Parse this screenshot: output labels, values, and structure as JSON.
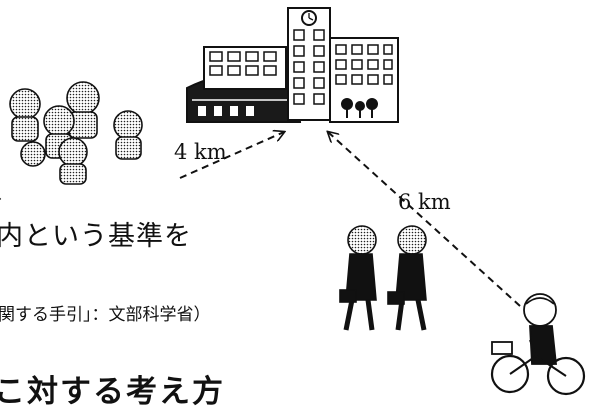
{
  "distances": {
    "group_to_school": "4 km",
    "cyclist_to_school": "6 km"
  },
  "text": {
    "comma_line": "、",
    "criteria_line": "内という基準を",
    "source_line": "関する手引」：文部科学省）",
    "heading_line": "こ対する考え方"
  },
  "icons": {
    "school": "school-building-icon",
    "students_group": "students-group-icon",
    "walking_students": "walking-students-icon",
    "cyclist": "cyclist-student-icon"
  },
  "colors": {
    "ink": "#111111",
    "background": "#ffffff"
  }
}
